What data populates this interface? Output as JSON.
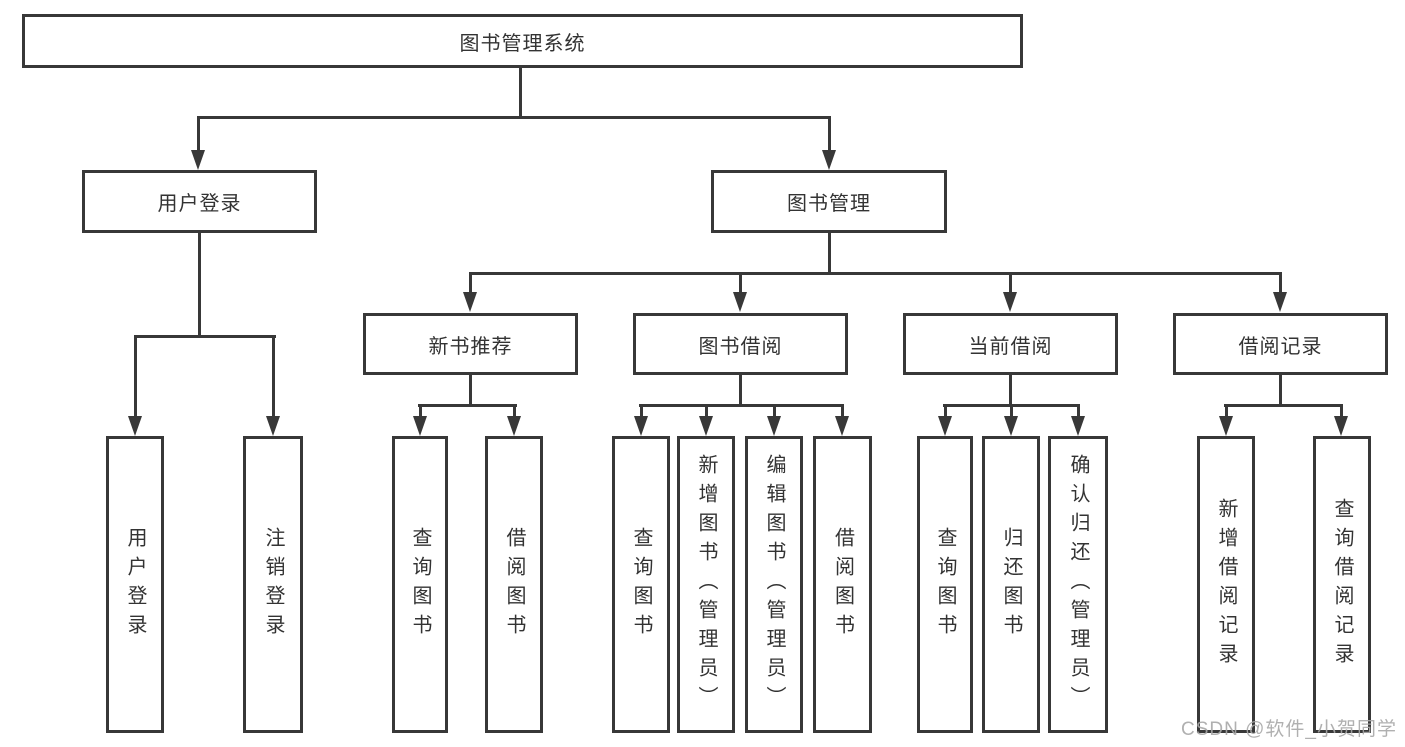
{
  "nodes": {
    "root": "图书管理系统",
    "user_login": "用户登录",
    "book_mgmt": "图书管理",
    "new_book_rec": "新书推荐",
    "book_borrow": "图书借阅",
    "current_borrow": "当前借阅",
    "borrow_records": "借阅记录",
    "leaf_login": "用户登录",
    "leaf_logout": "注销登录",
    "leaf_rec_query": "查询图书",
    "leaf_rec_borrow": "借阅图书",
    "leaf_bb_query": "查询图书",
    "leaf_bb_add": "新增图书（管理员）",
    "leaf_bb_edit": "编辑图书（管理员）",
    "leaf_bb_borrow": "借阅图书",
    "leaf_cb_query": "查询图书",
    "leaf_cb_return": "归还图书",
    "leaf_cb_confirm": "确认归还（管理员）",
    "leaf_br_add": "新增借阅记录",
    "leaf_br_query": "查询借阅记录"
  },
  "watermark": "CSDN @软件_小贺同学",
  "colors": {
    "line": "#383838",
    "text": "#333333",
    "watermark": "#a8a8a8",
    "background": "#ffffff"
  }
}
